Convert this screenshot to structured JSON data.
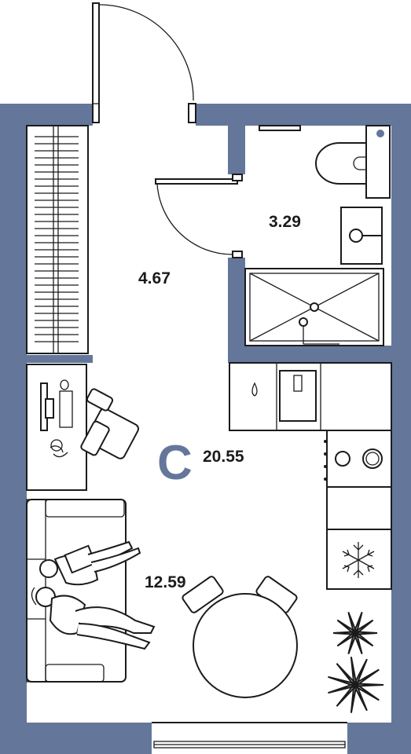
{
  "plan": {
    "unit_type": "С",
    "total_area": "20.55",
    "rooms": [
      {
        "id": "hallway",
        "area": "4.67"
      },
      {
        "id": "bathroom",
        "area": "3.29"
      },
      {
        "id": "living",
        "area": "12.59"
      }
    ]
  },
  "colors": {
    "wall": "#64779a",
    "line": "#1b1b1b",
    "floor": "#ffffff"
  }
}
